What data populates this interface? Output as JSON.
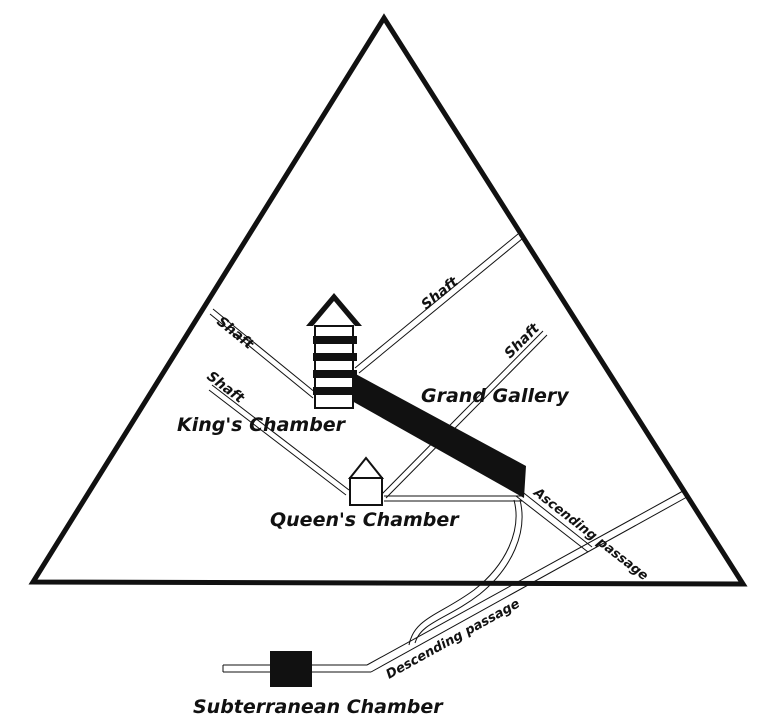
{
  "labels": {
    "kings_chamber": "King's Chamber",
    "grand_gallery": "Grand Gallery",
    "queens_chamber": "Queen's Chamber",
    "subterranean_chamber": "Subterranean Chamber",
    "ascending_passage": "Ascending passage",
    "descending_passage": "Descending passage",
    "shaft": "Shaft"
  },
  "colors": {
    "ink": "#111111",
    "paper": "#ffffff"
  }
}
